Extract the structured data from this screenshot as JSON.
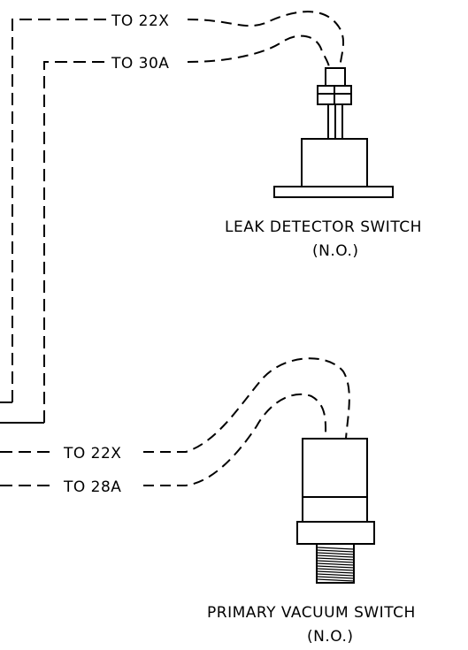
{
  "labels": {
    "top_wire_1": "TO 22X",
    "top_wire_2": "TO 30A",
    "bottom_wire_1": "TO 22X",
    "bottom_wire_2": "TO 28A"
  },
  "components": {
    "leak_detector": {
      "name": "LEAK DETECTOR SWITCH",
      "state": "(N.O.)"
    },
    "primary_vacuum": {
      "name": "PRIMARY VACUUM SWITCH",
      "state": "(N.O.)"
    }
  }
}
